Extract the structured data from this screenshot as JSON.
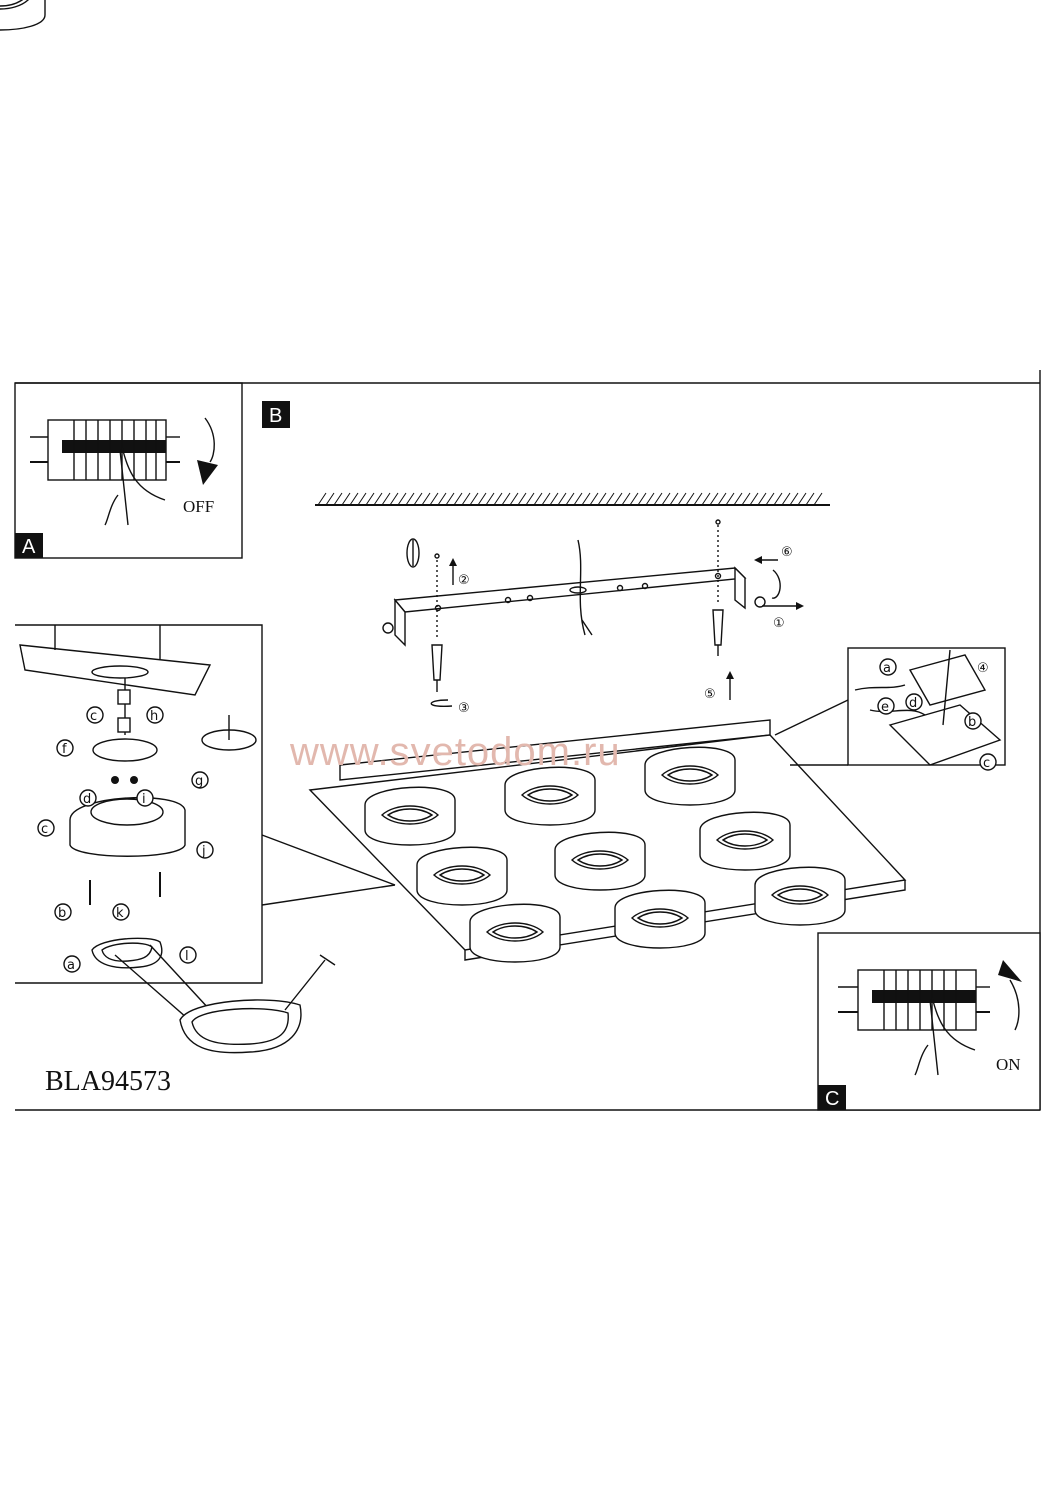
{
  "panels": {
    "a": {
      "label": "A",
      "switch_state": "OFF"
    },
    "b": {
      "label": "B"
    },
    "c": {
      "label": "C",
      "switch_state": "ON"
    }
  },
  "steps": [
    "①",
    "②",
    "③",
    "④",
    "⑤",
    "⑥"
  ],
  "parts": [
    "a",
    "b",
    "c",
    "d",
    "e",
    "f",
    "g",
    "h",
    "i",
    "j",
    "k",
    "l"
  ],
  "model_code": "BLA94573",
  "watermark": "www.svetodom.ru"
}
